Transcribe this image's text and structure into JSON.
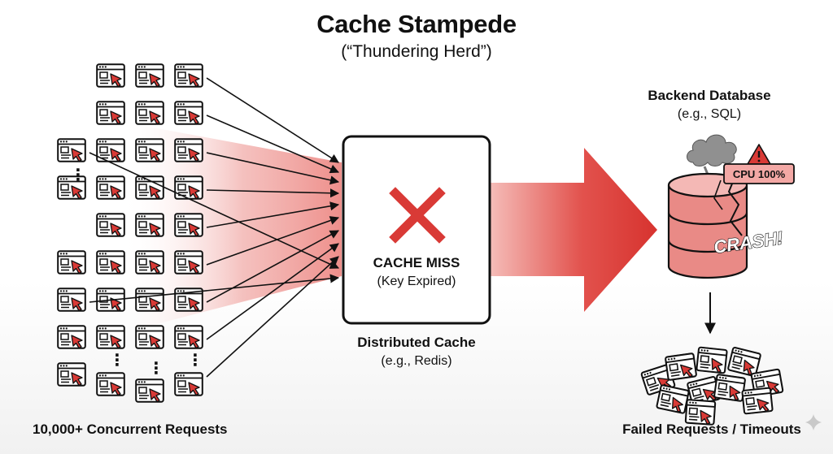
{
  "title": "Cache Stampede",
  "subtitle": "(“Thundering Herd”)",
  "requests": {
    "label": "10,000+ Concurrent Requests",
    "ellipsis": "⋮"
  },
  "cache": {
    "name": "Distributed Cache",
    "example": "(e.g., Redis)",
    "status": "CACHE MISS",
    "status_detail": "(Key Expired)"
  },
  "database": {
    "name": "Backend Database",
    "example": "(e.g., SQL)",
    "cpu_label": "CPU 100%",
    "crash_label": "CRASH!"
  },
  "failed": {
    "label": "Failed Requests / Timeouts"
  },
  "colors": {
    "accent": "#d93a36",
    "accent_light": "#f3a8a5",
    "db_fill": "#e98a86",
    "smoke": "#8d8d8d"
  }
}
